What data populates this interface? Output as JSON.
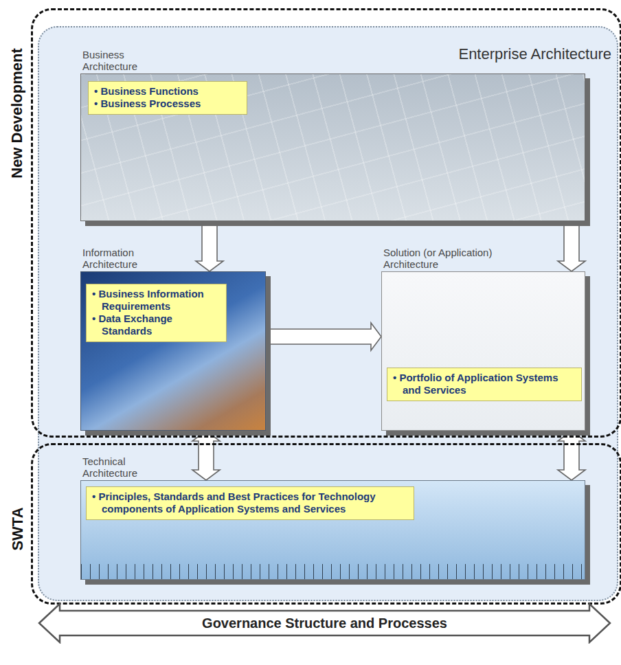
{
  "diagram": {
    "nodes": [
      {
        "text": [
          "Enterprise Architecture"
        ]
      },
      {
        "text": [
          "New Development"
        ]
      },
      {
        "text": [
          "SWTA"
        ]
      },
      {
        "text": [
          "Business Architecture"
        ],
        "in": 0
      },
      {
        "text": [
          "• Business Functions",
          "• Business Processes"
        ],
        "in": 3
      },
      {
        "text": [
          "Information Architecture"
        ],
        "in": 0
      },
      {
        "text": [
          "• Business Information Requirements",
          "• Data Exchange Standards"
        ],
        "in": 5
      },
      {
        "text": [
          "Solution (or Application) Architecture"
        ],
        "in": 0
      },
      {
        "text": [
          "• Portfolio of Application Systems and Services"
        ],
        "in": 7
      },
      {
        "text": [
          "Technical Architecture"
        ],
        "in": 0
      },
      {
        "text": [
          "• Principles, Standards and Best Practices for Technology components of Application Systems and Services"
        ],
        "in": 9
      },
      {
        "text": [
          "Governance Structure and Processes"
        ]
      }
    ],
    "edges": [
      {
        "from": 3,
        "to": 5,
        "arrow": "to"
      },
      {
        "from": 3,
        "to": 7,
        "arrow": "to"
      },
      {
        "from": 5,
        "to": 7,
        "arrow": "to"
      },
      {
        "from": 5,
        "to": 9,
        "arrow": "both"
      },
      {
        "from": 7,
        "to": 9,
        "arrow": "both"
      }
    ]
  }
}
